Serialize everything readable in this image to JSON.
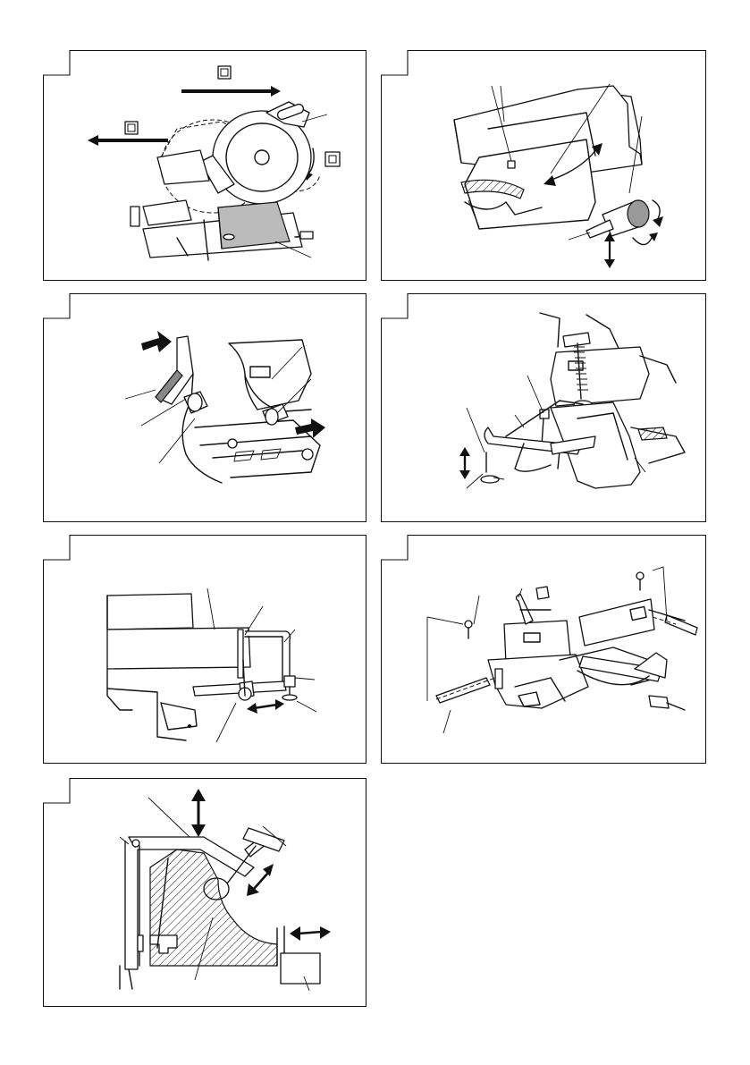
{
  "figures": [
    {
      "id": "fig-a",
      "markers": [
        "",
        "",
        ""
      ]
    },
    {
      "id": "fig-b"
    },
    {
      "id": "fig-c"
    },
    {
      "id": "fig-d"
    },
    {
      "id": "fig-e"
    },
    {
      "id": "fig-f"
    },
    {
      "id": "fig-g"
    }
  ],
  "colors": {
    "line": "#111111",
    "background": "#ffffff",
    "gray": "#777777"
  }
}
